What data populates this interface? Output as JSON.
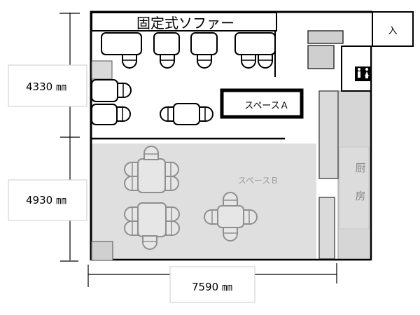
{
  "labels": {
    "sofa": "固定式ソファー",
    "entrance": "入",
    "space_a": "スペースＡ",
    "space_b": "スペースＢ",
    "kitchen_1": "厨",
    "kitchen_2": "房"
  },
  "dimensions": {
    "upper_height": "4330 ㎜",
    "lower_height": "4930 ㎜",
    "width": "7590 ㎜"
  },
  "icons": {
    "restroom": "restroom-icon"
  },
  "colors": {
    "wall": "#000000",
    "space_b_fill": "#e0dfe0",
    "furniture_gray": "#d4d4d4",
    "space_b_stroke": "#8f8f8f"
  }
}
